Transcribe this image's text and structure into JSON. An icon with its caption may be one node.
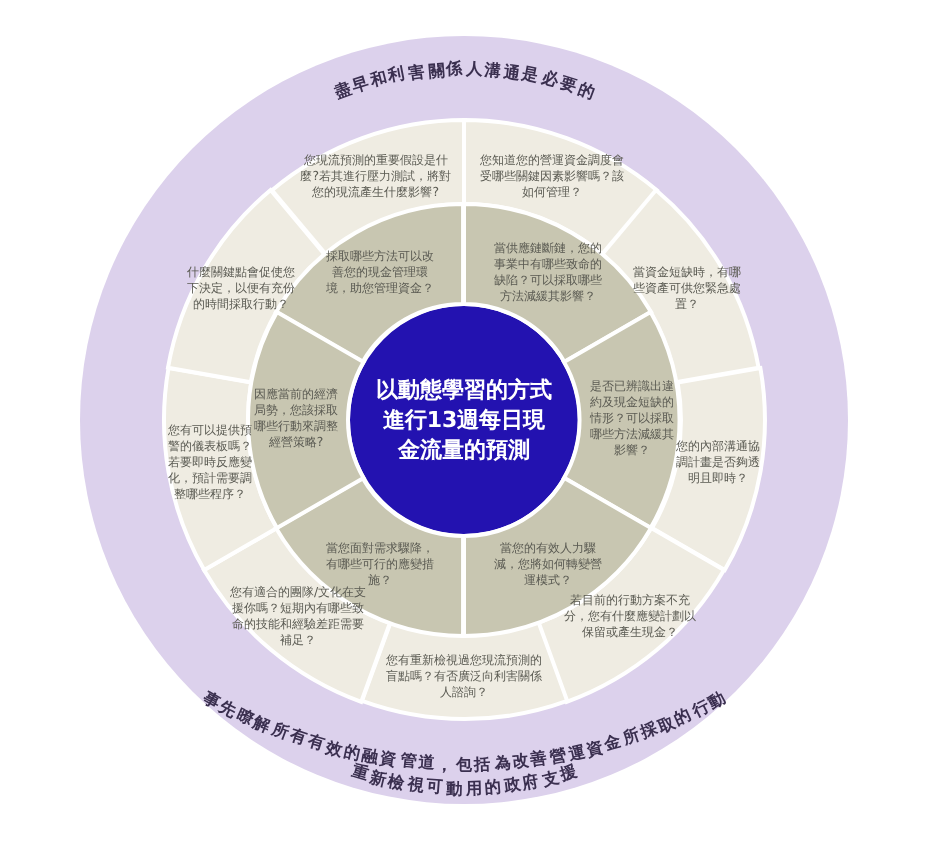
{
  "diagram": {
    "nodes": [
      {
        "text": [
          "盡早和利害關係人溝通是必要的",
          "事先瞭解所有有效的融資管道，包括為改善營運資金所採取的行動",
          "重新檢視可動用的政府支援"
        ]
      },
      {
        "text": [
          "以動態學習的方式進行13週每日現金流量的預測"
        ],
        "in": 0
      },
      {
        "text": [
          "您現流預測的重要假設是什麼?若其進行壓力測試，將對您的現流產生什麼影響?"
        ],
        "in": 0
      },
      {
        "text": [
          "您知道您的營運資金調度會受哪些關鍵因素影響嗎？該如何管理？"
        ],
        "in": 0
      },
      {
        "text": [
          "當資金短缺時，有哪些資產可供您緊急處置？"
        ],
        "in": 0
      },
      {
        "text": [
          "您的內部溝通協調計畫是否夠透明且即時？"
        ],
        "in": 0
      },
      {
        "text": [
          "若目前的行動方案不充分，您有什麼應變計劃以保留或產生現金？"
        ],
        "in": 0
      },
      {
        "text": [
          "您有重新檢視過您現流預測的盲點嗎？有否廣泛向利害關係人諮詢？"
        ],
        "in": 0
      },
      {
        "text": [
          "您有適合的團隊/文化在支援你嗎？短期內有哪些致命的技能和經驗差距需要補足？"
        ],
        "in": 0
      },
      {
        "text": [
          "您有可以提供預警的儀表板嗎？若要即時反應變化，預計需要調整哪些程序？"
        ],
        "in": 0
      },
      {
        "text": [
          "什麼關鍵點會促使您下決定，以便有充份的時間採取行動？"
        ],
        "in": 0
      },
      {
        "text": [
          "採取哪些方法可以改善您的現金管理環境，助您管理資金？"
        ],
        "in": 0
      },
      {
        "text": [
          "當供應鏈斷鏈，您的事業中有哪些致命的缺陷？可以採取哪些方法減緩其影響？"
        ],
        "in": 0
      },
      {
        "text": [
          "是否已辨識出違約及現金短缺的情形？可以採取哪些方法減緩其影響？"
        ],
        "in": 0
      },
      {
        "text": [
          "當您的有效人力驟減，您將如何轉變營運模式？"
        ],
        "in": 0
      },
      {
        "text": [
          "當您面對需求驟降，有哪些可行的應變措施？"
        ],
        "in": 0
      },
      {
        "text": [
          "因應當前的經濟局勢，您該採取哪些行動來調整經營策略?"
        ],
        "in": 0
      }
    ]
  }
}
